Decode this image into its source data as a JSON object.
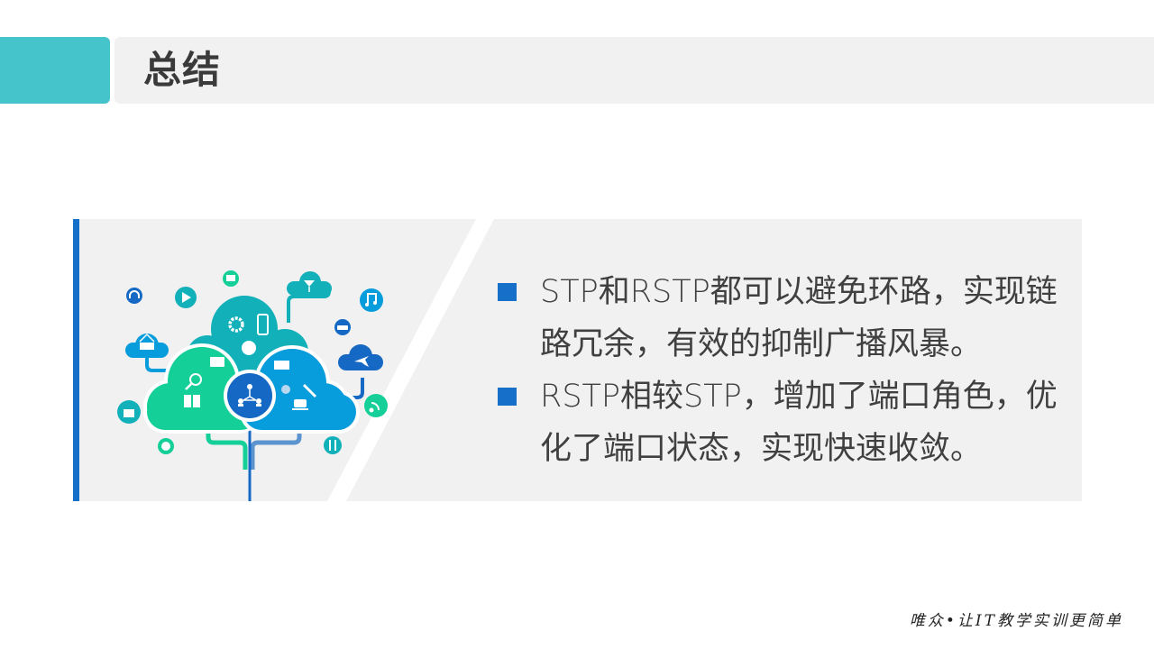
{
  "header": {
    "title": "总结",
    "accent_color": "#45c4cc",
    "bar_color": "#f1f1f1"
  },
  "card": {
    "accent_bar_color": "#1670c9",
    "background": "#f1f1f1",
    "bullets": [
      {
        "text": "STP和RSTP都可以避免环路，实现链路冗余，有效的抑制广播风暴。"
      },
      {
        "text": "RSTP相较STP，增加了端口角色，优化了端口状态，实现快速收敛。"
      }
    ],
    "bullet_marker_color": "#1670c9"
  },
  "illustration": {
    "description": "cloud computing network illustration",
    "colors": {
      "teal": "#12b0b9",
      "green": "#14cf98",
      "blue": "#079cdb",
      "dark_blue": "#1569c4",
      "line_blue": "#5b94cf"
    },
    "icons": [
      "headphones-icon",
      "play-icon",
      "mail-icon",
      "cocktail-icon",
      "music-icon",
      "car-icon",
      "basket-icon",
      "airplane-icon",
      "camera-icon",
      "rss-icon",
      "globe-icon",
      "fork-knife-icon",
      "gear-icon",
      "phone-icon",
      "chat-icon",
      "briefcase-icon",
      "card-icon",
      "search-icon",
      "book-icon",
      "network-icon",
      "location-icon",
      "wrench-icon",
      "coffee-icon"
    ]
  },
  "footer": {
    "slogan": "唯众•让IT教学实训更简单"
  }
}
